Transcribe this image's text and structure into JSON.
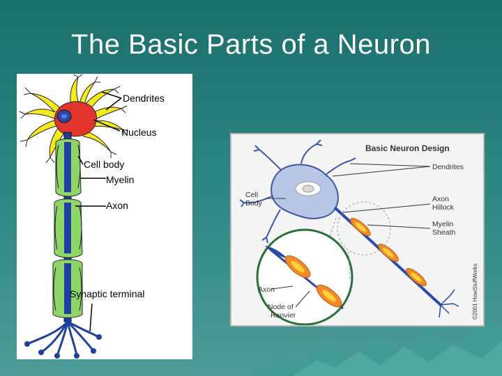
{
  "slide": {
    "title": "The Basic Parts of a Neuron"
  },
  "left_diagram": {
    "labels": {
      "dendrites": "Dendrites",
      "nucleus": "Nucleus",
      "cell_body": "Cell body",
      "myelin": "Myelin",
      "axon": "Axon",
      "synaptic_terminal": "Synaptic terminal"
    },
    "colors": {
      "dendrites": "#f5ea1c",
      "cell_body": "#e0342c",
      "nucleus": "#2a47a8",
      "axon": "#1e3fa0",
      "myelin": "#8fd66a"
    }
  },
  "right_diagram": {
    "title": "Basic Neuron Design",
    "labels": {
      "dendrites": "Dendrites",
      "cell_body_line1": "Cell",
      "cell_body_line2": "Body",
      "axon_hillock_line1": "Axon",
      "axon_hillock_line2": "Hillock",
      "myelin_sheath_line1": "Myelin",
      "myelin_sheath_line2": "Sheath",
      "axon": "Axon",
      "node_line1": "Node of",
      "node_line2": "Ranvier"
    },
    "credit": "©2001 HowStuffWorks",
    "colors": {
      "cell_body": "#b9c7e6",
      "sheath": "#f08a2a",
      "sheath_core": "#ffd23a",
      "nerve": "#2a4aa8"
    }
  }
}
